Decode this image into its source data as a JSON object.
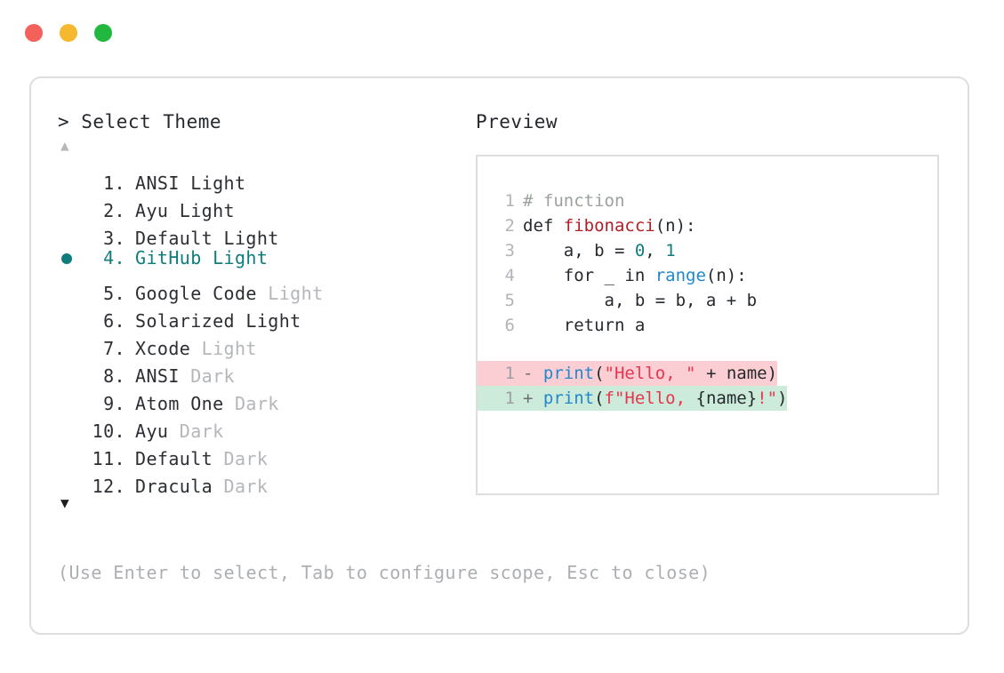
{
  "window": {
    "controls": [
      {
        "name": "close",
        "color": "#F4605A"
      },
      {
        "name": "minimize",
        "color": "#F5B82E"
      },
      {
        "name": "maximize",
        "color": "#22B83F"
      }
    ]
  },
  "selector": {
    "prompt": "> Select Theme",
    "scroll_up": "▲",
    "scroll_down": "▼",
    "selected_index": 4,
    "bullet": "●",
    "items": [
      {
        "number": " 1.",
        "name": "ANSI Light",
        "variant": "",
        "selected": false
      },
      {
        "number": " 2.",
        "name": "Ayu Light",
        "variant": "",
        "selected": false
      },
      {
        "number": " 3.",
        "name": "Default Light",
        "variant": "",
        "selected": false
      },
      {
        "number": " 4.",
        "name": "GitHub Light",
        "variant": "",
        "selected": true
      },
      {
        "number": " 5.",
        "name": "Google Code",
        "variant": " Light",
        "selected": false
      },
      {
        "number": " 6.",
        "name": "Solarized Light",
        "variant": "",
        "selected": false
      },
      {
        "number": " 7.",
        "name": "Xcode",
        "variant": " Light",
        "selected": false
      },
      {
        "number": " 8.",
        "name": "ANSI",
        "variant": " Dark",
        "selected": false
      },
      {
        "number": " 9.",
        "name": "Atom One",
        "variant": " Dark",
        "selected": false
      },
      {
        "number": "10.",
        "name": "Ayu",
        "variant": " Dark",
        "selected": false
      },
      {
        "number": "11.",
        "name": "Default",
        "variant": " Dark",
        "selected": false
      },
      {
        "number": "12.",
        "name": "Dracula",
        "variant": " Dark",
        "selected": false
      }
    ]
  },
  "preview": {
    "header": "Preview",
    "code_lines": [
      {
        "no": "1",
        "tokens": [
          {
            "t": "# function",
            "c": "tok-comment"
          }
        ]
      },
      {
        "no": "2",
        "tokens": [
          {
            "t": "def ",
            "c": "tok-kw"
          },
          {
            "t": "fibonacci",
            "c": "tok-fn"
          },
          {
            "t": "(n):",
            "c": "tok-plain"
          }
        ]
      },
      {
        "no": "3",
        "tokens": [
          {
            "t": "    a, b = ",
            "c": "tok-plain"
          },
          {
            "t": "0",
            "c": "tok-num"
          },
          {
            "t": ", ",
            "c": "tok-plain"
          },
          {
            "t": "1",
            "c": "tok-num"
          }
        ]
      },
      {
        "no": "4",
        "tokens": [
          {
            "t": "    for _ in ",
            "c": "tok-plain"
          },
          {
            "t": "range",
            "c": "tok-builtin"
          },
          {
            "t": "(n):",
            "c": "tok-plain"
          }
        ]
      },
      {
        "no": "5",
        "tokens": [
          {
            "t": "        a, b = b, a + b",
            "c": "tok-plain"
          }
        ]
      },
      {
        "no": "6",
        "tokens": [
          {
            "t": "    return a",
            "c": "tok-plain"
          }
        ]
      }
    ],
    "diff_lines": [
      {
        "no": "1",
        "kind": "del",
        "tokens": [
          {
            "t": "- ",
            "c": "tok-sign"
          },
          {
            "t": "print",
            "c": "tok-builtin"
          },
          {
            "t": "(",
            "c": "tok-plain"
          },
          {
            "t": "\"Hello, \"",
            "c": "tok-str"
          },
          {
            "t": " + name)",
            "c": "tok-plain"
          }
        ]
      },
      {
        "no": "1",
        "kind": "add",
        "tokens": [
          {
            "t": "+ ",
            "c": "tok-sign"
          },
          {
            "t": "print",
            "c": "tok-builtin"
          },
          {
            "t": "(",
            "c": "tok-plain"
          },
          {
            "t": "f\"Hello, ",
            "c": "tok-str"
          },
          {
            "t": "{name}",
            "c": "tok-plain"
          },
          {
            "t": "!\"",
            "c": "tok-str"
          },
          {
            "t": ")",
            "c": "tok-plain"
          }
        ]
      }
    ]
  },
  "footer": {
    "hint": "(Use Enter to select, Tab to configure scope, Esc to close)"
  }
}
